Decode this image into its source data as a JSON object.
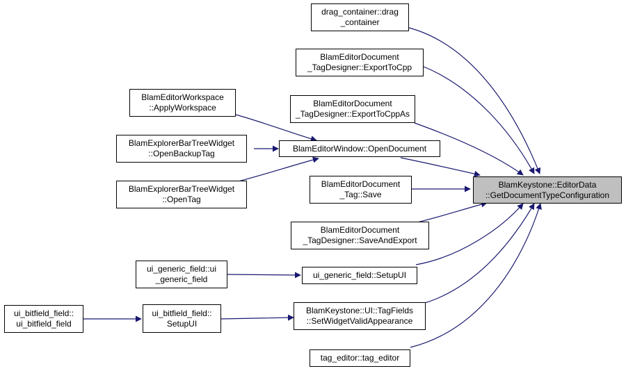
{
  "colors": {
    "edge": "#191970",
    "node_border": "#000000",
    "focus_fill": "#bfbfbf"
  },
  "nodes": {
    "target": {
      "line1": "BlamKeystone::EditorData",
      "line2": "::GetDocumentTypeConfiguration"
    },
    "drag_container": {
      "line1": "drag_container::drag",
      "line2": "_container"
    },
    "export_to_cpp": {
      "line1": "BlamEditorDocument",
      "line2": "_TagDesigner::ExportToCpp"
    },
    "export_to_cpp_as": {
      "line1": "BlamEditorDocument",
      "line2": "_TagDesigner::ExportToCppAs"
    },
    "open_document": {
      "line1": "BlamEditorWindow::OpenDocument"
    },
    "apply_workspace": {
      "line1": "BlamEditorWorkspace",
      "line2": "::ApplyWorkspace"
    },
    "open_backup_tag": {
      "line1": "BlamExplorerBarTreeWidget",
      "line2": "::OpenBackupTag"
    },
    "open_tag": {
      "line1": "BlamExplorerBarTreeWidget",
      "line2": "::OpenTag"
    },
    "tag_save": {
      "line1": "BlamEditorDocument",
      "line2": "_Tag::Save"
    },
    "save_and_export": {
      "line1": "BlamEditorDocument",
      "line2": "_TagDesigner::SaveAndExport"
    },
    "generic_setup_ui": {
      "line1": "ui_generic_field::SetupUI"
    },
    "generic_ctor": {
      "line1": "ui_generic_field::ui",
      "line2": "_generic_field"
    },
    "set_widget_valid": {
      "line1": "BlamKeystone::UI::TagFields",
      "line2": "::SetWidgetValidAppearance"
    },
    "bitfield_setup_ui": {
      "line1": "ui_bitfield_field::",
      "line2": "SetupUI"
    },
    "bitfield_ctor": {
      "line1": "ui_bitfield_field::",
      "line2": "ui_bitfield_field"
    },
    "tag_editor": {
      "line1": "tag_editor::tag_editor"
    }
  }
}
